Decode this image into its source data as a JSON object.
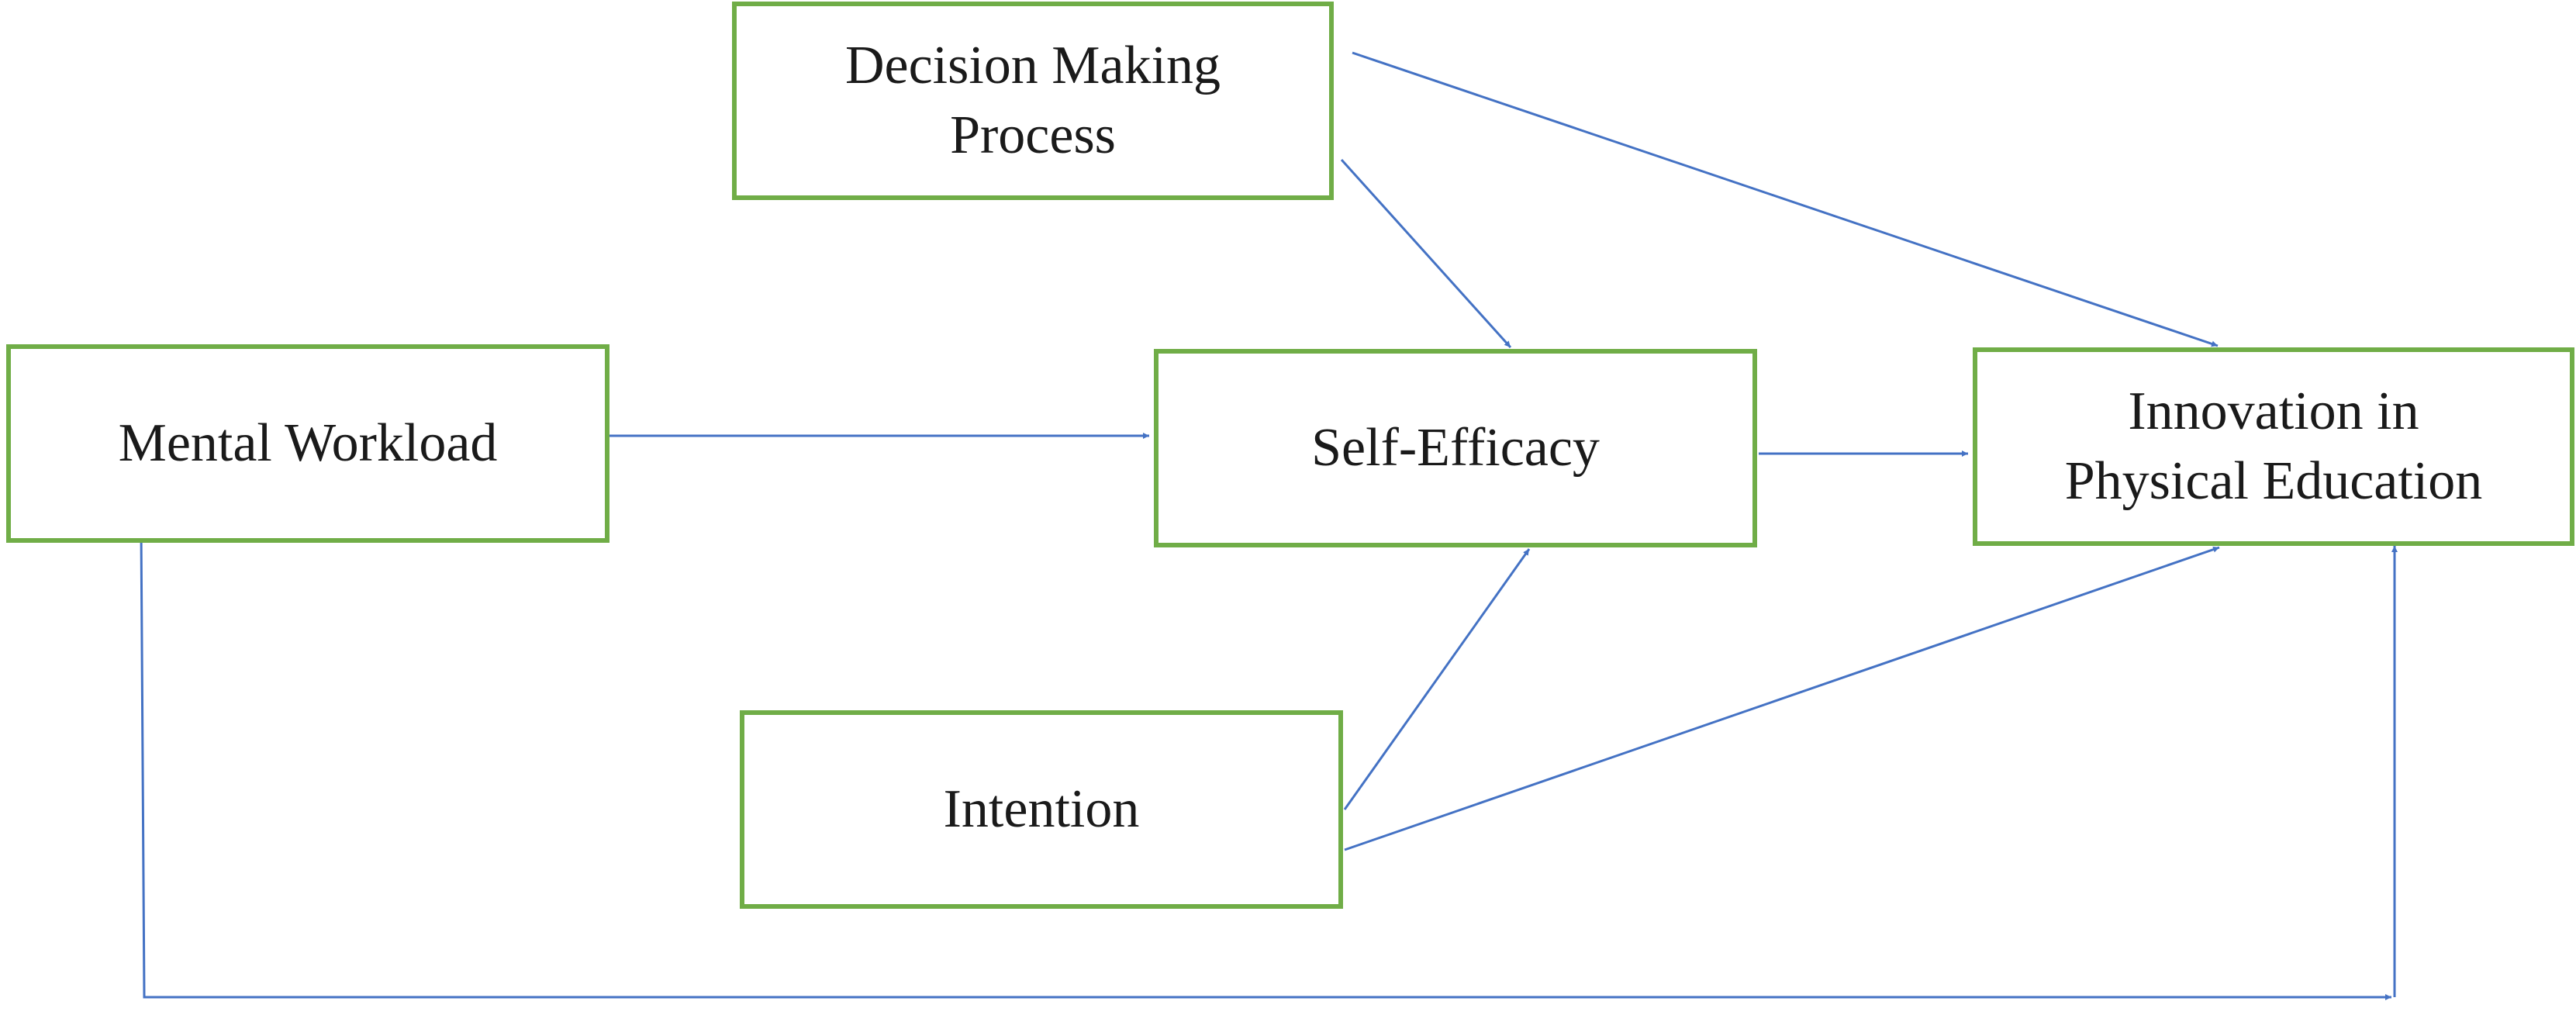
{
  "diagram": {
    "edge_color": "#4472c4",
    "node_border_color": "#70ad47",
    "nodes": [
      {
        "id": "decision",
        "label": "Decision Making\nProcess"
      },
      {
        "id": "mental",
        "label": "Mental Workload"
      },
      {
        "id": "self",
        "label": "Self-Efficacy"
      },
      {
        "id": "innov",
        "label": "Innovation in\nPhysical Education"
      },
      {
        "id": "intent",
        "label": "Intention"
      }
    ],
    "edges": [
      {
        "from": "mental",
        "to": "self"
      },
      {
        "from": "self",
        "to": "innov"
      },
      {
        "from": "decision",
        "to": "self"
      },
      {
        "from": "decision",
        "to": "innov"
      },
      {
        "from": "intent",
        "to": "self"
      },
      {
        "from": "intent",
        "to": "innov"
      },
      {
        "from": "mental",
        "to": "innov"
      }
    ]
  }
}
